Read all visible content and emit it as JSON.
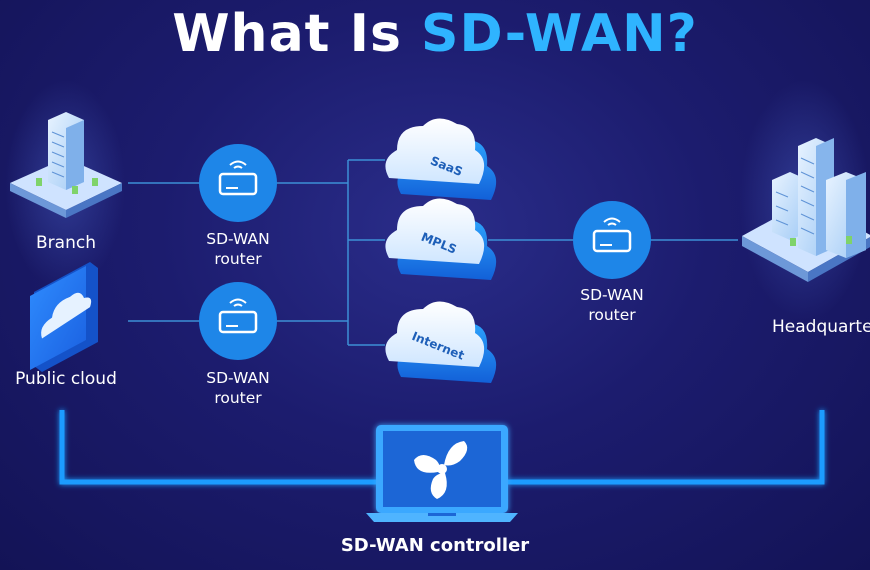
{
  "title": {
    "prefix": "What Is ",
    "highlight": "SD-WAN?"
  },
  "sites": {
    "branch": "Branch",
    "public_cloud": "Public cloud",
    "headquarters": "Headquarte"
  },
  "routers": {
    "branch_router": {
      "line1": "SD-WAN",
      "line2": "router"
    },
    "cloud_router": {
      "line1": "SD-WAN",
      "line2": "router"
    },
    "hq_router": {
      "line1": "SD-WAN",
      "line2": "router"
    }
  },
  "clouds": {
    "saas": "SaaS",
    "mpls": "MPLS",
    "internet": "Internet"
  },
  "controller": "SD-WAN controller",
  "colors": {
    "accent": "#2fb4ff",
    "router_fill": "#1e86e8",
    "line": "#3d8fd6",
    "glow": "#1e9cff"
  }
}
